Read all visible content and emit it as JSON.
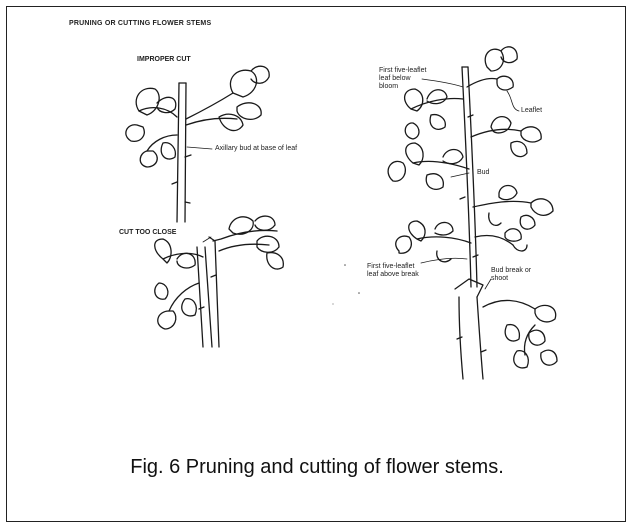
{
  "figure": {
    "drawing_title": "PRUNING OR CUTTING FLOWER STEMS",
    "labels": {
      "improper_cut": "IMPROPER CUT",
      "axillary_bud": "Axillary bud at base of leaf",
      "cut_too_close": "CUT TOO CLOSE",
      "first_leaf_below_bloom": "First five-leaflet leaf below bloom",
      "leaflet": "Leaflet",
      "bud": "Bud",
      "first_leaf_above_break": "First five-leaflet leaf above break",
      "bud_break": "Bud break or shoot"
    },
    "caption": "Fig. 6 Pruning and cutting of flower stems."
  }
}
